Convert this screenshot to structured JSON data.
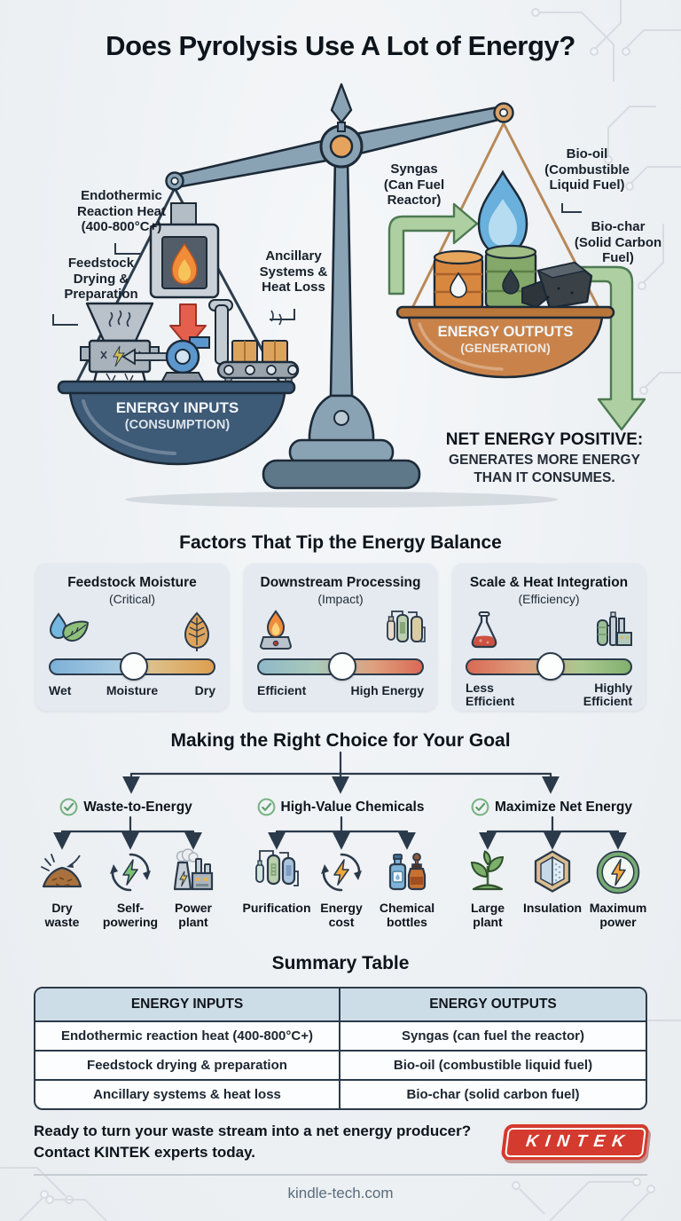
{
  "title": "Does Pyrolysis Use A Lot of Energy?",
  "scale": {
    "inputs": {
      "label_endothermic": [
        "Endothermic",
        "Reaction Heat",
        "(400-800°C+)"
      ],
      "label_feedstock": [
        "Feedstock",
        "Drying &",
        "Preparation"
      ],
      "label_ancillary": [
        "Ancillary",
        "Systems &",
        "Heat Loss"
      ],
      "bowl_title": "ENERGY INPUTS",
      "bowl_subtitle": "(CONSUMPTION)"
    },
    "outputs": {
      "label_syngas": [
        "Syngas",
        "(Can Fuel",
        "Reactor)"
      ],
      "label_bio_oil": [
        "Bio-oil",
        "(Combustible",
        "Liquid Fuel)"
      ],
      "label_bio_char": [
        "Bio-char",
        "(Solid Carbon",
        "Fuel)"
      ],
      "bowl_title": "ENERGY OUTPUTS",
      "bowl_subtitle": "(GENERATION)"
    },
    "verdict_title": "NET ENERGY POSITIVE:",
    "verdict_body": [
      "GENERATES MORE ENERGY",
      "THAN IT CONSUMES."
    ]
  },
  "factors": {
    "heading": "Factors That Tip the Energy Balance",
    "cards": [
      {
        "title": "Feedstock Moisture",
        "subtitle": "(Critical)",
        "label_left": "Wet",
        "label_mid": "Moisture",
        "label_right": "Dry"
      },
      {
        "title": "Downstream Processing",
        "subtitle": "(Impact)",
        "label_left": "Efficient",
        "label_right": "High Energy"
      },
      {
        "title": "Scale & Heat Integration",
        "subtitle": "(Efficiency)",
        "label_left": [
          "Less",
          "Efficient"
        ],
        "label_right": [
          "Highly",
          "Efficient"
        ]
      }
    ]
  },
  "choices": {
    "heading": "Making the Right Choice for Your Goal",
    "groups": [
      {
        "label": "Waste-to-Energy",
        "items": [
          [
            "Dry",
            "waste"
          ],
          [
            "Self-",
            "powering"
          ],
          [
            "Power",
            "plant"
          ]
        ]
      },
      {
        "label": "High-Value Chemicals",
        "items": [
          [
            "Purification"
          ],
          [
            "Energy",
            "cost"
          ],
          [
            "Chemical",
            "bottles"
          ]
        ]
      },
      {
        "label": "Maximize Net Energy",
        "items": [
          [
            "Large",
            "plant"
          ],
          [
            "Insulation"
          ],
          [
            "Maximum",
            "power"
          ]
        ]
      }
    ]
  },
  "summary": {
    "heading": "Summary Table",
    "columns": [
      "ENERGY INPUTS",
      "ENERGY OUTPUTS"
    ],
    "rows": [
      [
        "Endothermic reaction heat (400-800°C+)",
        "Syngas (can fuel the reactor)"
      ],
      [
        "Feedstock drying & preparation",
        "Bio-oil (combustible liquid fuel)"
      ],
      [
        "Ancillary systems & heat loss",
        "Bio-char (solid carbon fuel)"
      ]
    ]
  },
  "footer": {
    "cta": [
      "Ready to turn your waste stream into a net energy producer?",
      "Contact KINTEK experts today."
    ],
    "brand": "KINTEK",
    "website": "kindle-tech.com"
  },
  "icons": {
    "balance-scale-icon": "tilted two-pan balance",
    "furnace-icon": "pyrolysis reactor with flame",
    "grinder-icon": "feedstock shredder with hopper",
    "pump-icon": "ancillary blower pump",
    "conveyor-icon": "conveyor belt with boxes",
    "blue-flame-icon": "syngas flame",
    "oil-barrel-icons": "bio-oil barrels",
    "char-icon": "bio-char lumps",
    "green-arrow-icons": "energy recycle arrows",
    "check-icon": "green circled checkmark"
  },
  "colors": {
    "background": "#eff2f5",
    "ink": "#1c2a38",
    "input_bowl": "#3d5a77",
    "output_bowl": "#c9834a",
    "arrow_green": "#aecfa2",
    "accent_red": "#d43a2e",
    "table_header": "#cddde7",
    "card_bg": "#e4eaf0"
  }
}
